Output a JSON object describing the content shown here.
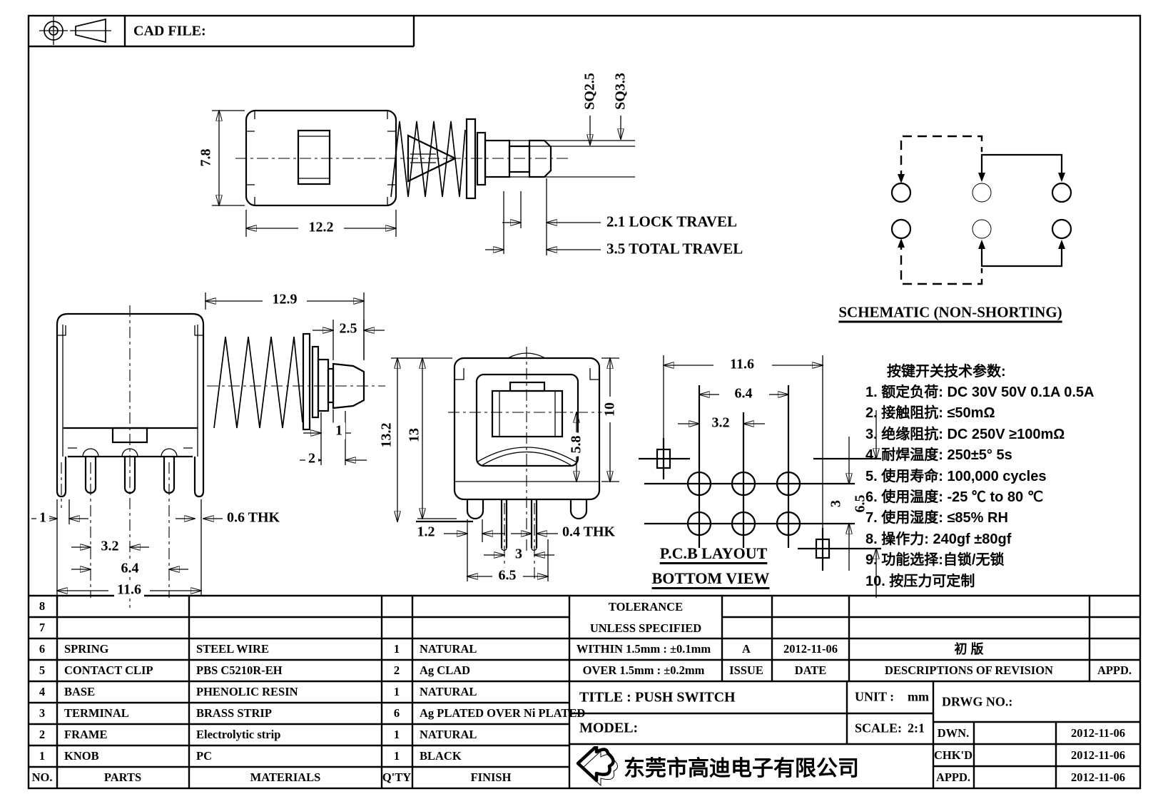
{
  "colors": {
    "line": "#000000",
    "background": "#ffffff",
    "logo_shadow": "#999999"
  },
  "drawing": {
    "cad_file_label": "CAD FILE:",
    "schematic_title": "SCHEMATIC (NON-SHORTING)",
    "pcb_title_line1": "P.C.B LAYOUT",
    "pcb_title_line2": "BOTTOM VIEW"
  },
  "dimensions": {
    "top_view": {
      "height": "7.8",
      "width": "12.2",
      "sq_small": "SQ2.5",
      "sq_large": "SQ3.3",
      "lock_travel": "2.1 LOCK TRAVEL",
      "total_travel": "3.5 TOTAL TRAVEL"
    },
    "side_view": {
      "overall": "12.9",
      "knob": "2.5",
      "step1": "1",
      "step2": "2",
      "thk": "0.6 THK",
      "pin_offset": "1",
      "pitch": "3.2",
      "span": "6.4",
      "body": "11.6"
    },
    "front_view": {
      "h_overall": "13.2",
      "h_inner": "13",
      "h_body": "10",
      "h_half": "5.8",
      "leg": "1.2",
      "thk": "0.4 THK",
      "pitch": "3",
      "span": "6.5"
    },
    "pcb": {
      "w_outer": "11.6",
      "w_mid": "6.4",
      "w_inner": "3.2",
      "v_pitch": "3",
      "v_span": "6.5"
    }
  },
  "params": {
    "heading": "按键开关技术参数:",
    "items": [
      "1. 额定负荷: DC 30V 50V    0.1A  0.5A",
      "2. 接触阻抗: ≤50mΩ",
      "3. 绝缘阻抗: DC 250V  ≥100mΩ",
      "4. 耐焊温度: 250±5°   5s",
      "5. 使用寿命: 100,000 cycles",
      "6. 使用温度: -25 ℃  to 80 ℃",
      "7. 使用湿度: ≤85% RH",
      "8. 操作力: 240gf  ±80gf",
      "9. 功能选择:自锁/无锁",
      "10. 按压力可定制"
    ]
  },
  "parts_table": {
    "header": {
      "no": "NO.",
      "parts": "PARTS",
      "materials": "MATERIALS",
      "qty": "Q'TY",
      "finish": "FINISH"
    },
    "rows": [
      {
        "no": "8",
        "parts": "",
        "materials": "",
        "qty": "",
        "finish": ""
      },
      {
        "no": "7",
        "parts": "",
        "materials": "",
        "qty": "",
        "finish": ""
      },
      {
        "no": "6",
        "parts": "SPRING",
        "materials": "STEEL WIRE",
        "qty": "1",
        "finish": "NATURAL"
      },
      {
        "no": "5",
        "parts": "CONTACT CLIP",
        "materials": "PBS C5210R-EH",
        "qty": "2",
        "finish": "Ag CLAD"
      },
      {
        "no": "4",
        "parts": "BASE",
        "materials": "PHENOLIC RESIN",
        "qty": "1",
        "finish": "NATURAL"
      },
      {
        "no": "3",
        "parts": "TERMINAL",
        "materials": "BRASS STRIP",
        "qty": "6",
        "finish": "Ag PLATED OVER Ni PLATED"
      },
      {
        "no": "2",
        "parts": "FRAME",
        "materials": "Electrolytic strip",
        "qty": "1",
        "finish": "NATURAL"
      },
      {
        "no": "1",
        "parts": "KNOB",
        "materials": "PC",
        "qty": "1",
        "finish": "BLACK"
      }
    ]
  },
  "tolerance": {
    "line1": "TOLERANCE",
    "line2": "UNLESS  SPECIFIED",
    "within": "WITHIN 1.5mm : ±0.1mm",
    "over": "OVER 1.5mm : ±0.2mm"
  },
  "revision": {
    "issue_value": "A",
    "date_value": "2012-11-06",
    "desc_value": "初 版",
    "issue_label": "ISSUE",
    "date_label": "DATE",
    "desc_label": "DESCRIPTIONS OF REVISION",
    "appd_label": "APPD."
  },
  "title_block": {
    "title_label": "TITLE :",
    "title_value": "PUSH SWITCH",
    "model_label": "MODEL:",
    "unit_label": "UNIT :",
    "unit_value": "mm",
    "scale_label": "SCALE:",
    "scale_value": "2:1",
    "drwg_label": "DRWG NO.:",
    "dwn_label": "DWN.",
    "chkd_label": "CHK'D",
    "appd_label": "APPD.",
    "dwn_date": "2012-11-06",
    "chkd_date": "2012-11-06",
    "appd_date": "2012-11-06",
    "company": "东莞市高迪电子有限公司"
  }
}
